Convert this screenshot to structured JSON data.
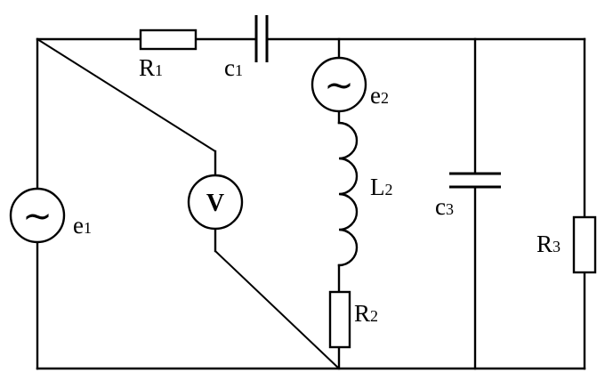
{
  "components": {
    "R1": {
      "letter": "R",
      "sub": "1"
    },
    "C1": {
      "letter": "c",
      "sub": "1"
    },
    "e1": {
      "letter": "e",
      "sub": "1",
      "symbol": "~"
    },
    "e2": {
      "letter": "e",
      "sub": "2",
      "symbol": "~"
    },
    "V": {
      "letter": "V"
    },
    "L2": {
      "letter": "L",
      "sub": "2"
    },
    "C3": {
      "letter": "c",
      "sub": "3"
    },
    "R2": {
      "letter": "R",
      "sub": "2"
    },
    "R3": {
      "letter": "R",
      "sub": "3"
    }
  }
}
